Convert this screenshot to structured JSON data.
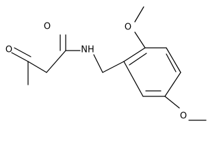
{
  "molecule": {
    "atoms": {
      "ketone_oxygen": "O",
      "amide_oxygen": "O",
      "amide_nitrogen_h": "NH",
      "methoxy_oxygen_top": "O",
      "methoxy_oxygen_bottom": "O"
    }
  }
}
